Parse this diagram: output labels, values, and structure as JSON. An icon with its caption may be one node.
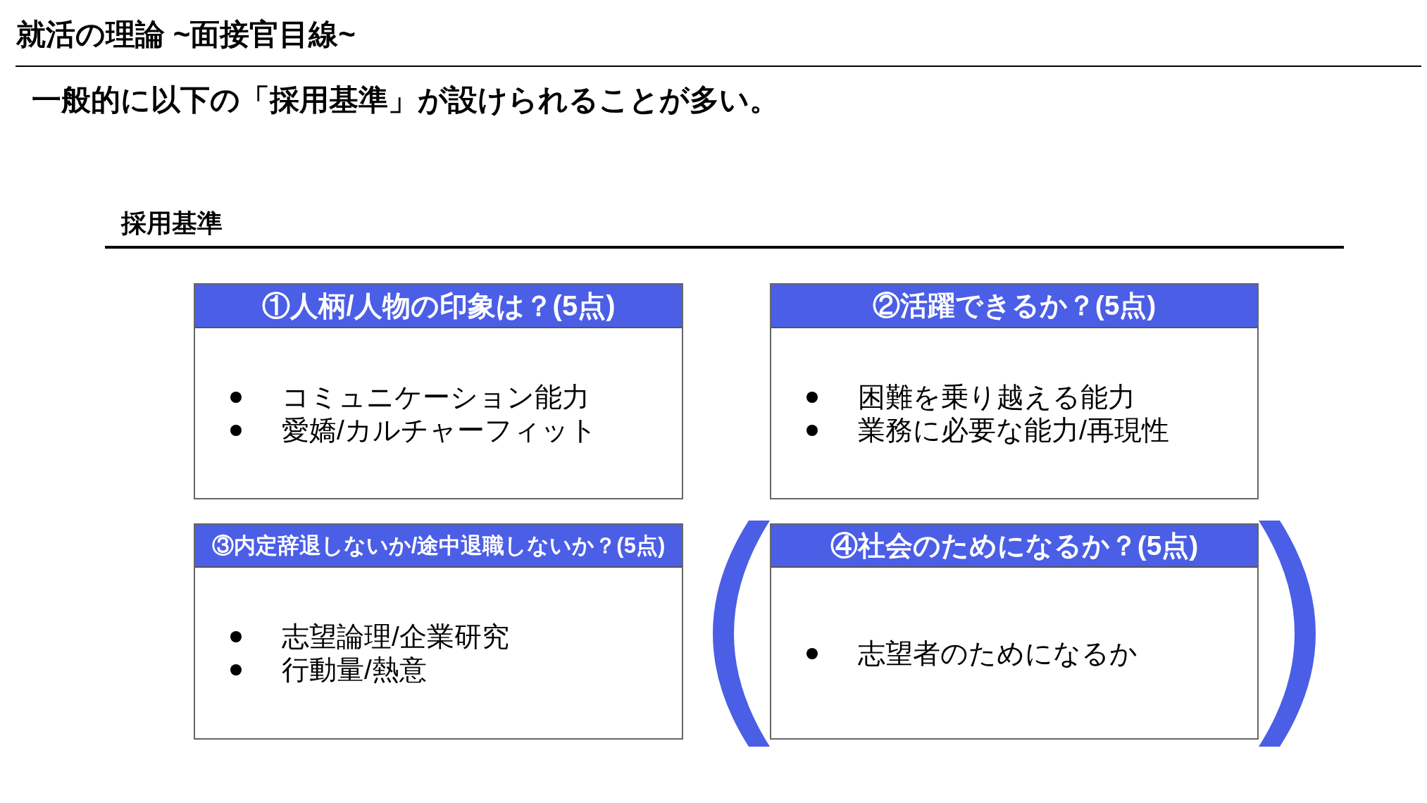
{
  "diagram": {
    "title": "就活の理論 ~面接官目線~",
    "nodes": [
      {
        "text": [
          "①人柄/人物の印象は？(5点)",
          "コミュニケーション能力",
          "愛嬌/カルチャーフィット"
        ]
      },
      {
        "text": [
          "②活躍できるか？(5点)",
          "困難を乗り越える能力",
          "業務に必要な能力/再現性"
        ]
      },
      {
        "text": [
          "③内定辞退しないか/途中退職しないか？(5点)",
          "志望論理/企業研究",
          "行動量/熱意"
        ]
      },
      {
        "text": [
          "④社会のためになるか？(5点)",
          "志望者のためになるか"
        ]
      }
    ],
    "labels": [
      "一般的に以下の「採用基準」が設けられることが多い。",
      "採用基準"
    ]
  }
}
